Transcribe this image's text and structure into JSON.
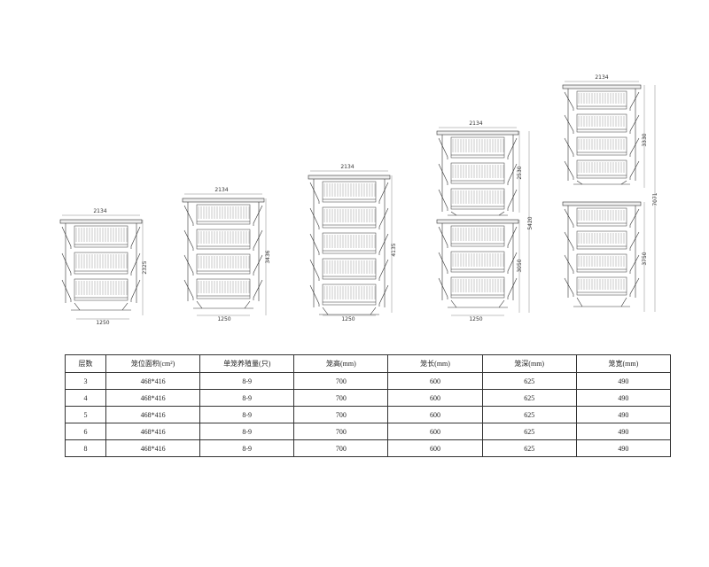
{
  "cages": [
    {
      "id": "cage-3-tier",
      "tiers": 3,
      "width_label": "2134",
      "height_label": "2325",
      "base_label": "1250"
    },
    {
      "id": "cage-4-tier",
      "tiers": 4,
      "width_label": "2134",
      "height_label": "3436",
      "base_label": "1250"
    },
    {
      "id": "cage-5-tier",
      "tiers": 5,
      "width_label": "2134",
      "height_label": "4135",
      "base_label": "1250"
    },
    {
      "id": "cage-6-tier",
      "tiers": 6,
      "width_label": "2134",
      "upper_label": "2530",
      "lower_label": "3050",
      "height_label": "5420",
      "base_label": "1250"
    },
    {
      "id": "cage-8-tier",
      "tiers": 8,
      "width_label": "2134",
      "upper_label": "3330",
      "lower_label": "3750",
      "height_label": "7071",
      "base_label": ""
    }
  ],
  "table": {
    "headers": [
      "层数",
      "笼位面积(cm²)",
      "单笼养殖量(只)",
      "笼高(mm)",
      "笼长(mm)",
      "笼深(mm)",
      "笼宽(mm)"
    ],
    "rows": [
      [
        "3",
        "468*416",
        "8-9",
        "700",
        "600",
        "625",
        "490"
      ],
      [
        "4",
        "468*416",
        "8-9",
        "700",
        "600",
        "625",
        "490"
      ],
      [
        "5",
        "468*416",
        "8-9",
        "700",
        "600",
        "625",
        "490"
      ],
      [
        "6",
        "468*416",
        "8-9",
        "700",
        "600",
        "625",
        "490"
      ],
      [
        "8",
        "468*416",
        "8-9",
        "700",
        "600",
        "625",
        "490"
      ]
    ]
  }
}
